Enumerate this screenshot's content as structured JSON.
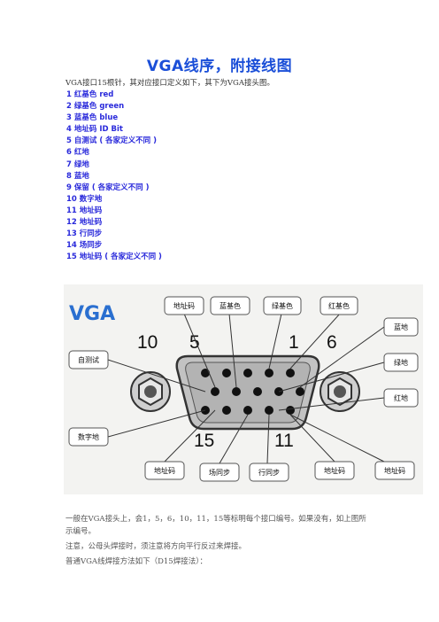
{
  "title": "VGA线序，附接线图",
  "intro": "VGA接口15根针，其对应接口定义如下，其下为VGA接头图。",
  "pins": [
    "1 红基色 red",
    "2 绿基色 green",
    "3 蓝基色 blue",
    "4 地址码 ID Bit",
    "5 自测试 ( 各家定义不同 )",
    "6 红地",
    "7 绿地",
    "8 蓝地",
    "9 保留 ( 各家定义不同 )",
    "10 数字地",
    "11 地址码",
    "12 地址码",
    "13 行同步",
    "14 场同步",
    "15 地址码 ( 各家定义不同 )"
  ],
  "diagram": {
    "heading": "VGA",
    "pin_numbers": {
      "p10": "10",
      "p5": "5",
      "p1": "1",
      "p6": "6",
      "p15": "15",
      "p11": "11"
    },
    "callouts": {
      "top_1": "地址码",
      "top_2": "蓝基色",
      "top_3": "绿基色",
      "top_4": "红基色",
      "right_1": "蓝地",
      "right_2": "绿地",
      "right_3": "红地",
      "left_1": "自测试",
      "left_2": "数字地",
      "bottom_1": "地址码",
      "bottom_2": "场同步",
      "bottom_3": "行同步",
      "bottom_4": "地址码",
      "bottom_5": "地址码"
    }
  },
  "paragraphs": [
    "一般在VGA接头上，会1，5，6，10，11，15等标明每个接口编号。如果没有，如上图所",
    "示编号。",
    "注意，公母头焊接时，须注意将方向平行反过来焊接。",
    "普通VGA线焊接方法如下（D15焊接法）："
  ]
}
